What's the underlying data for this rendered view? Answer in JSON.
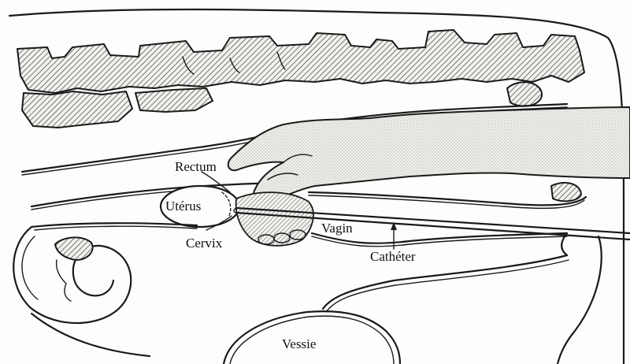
{
  "labels": {
    "rectum": "Rectum",
    "uterus": "Utérus",
    "cervix": "Cervix",
    "vagin": "Vagin",
    "catheter": "Cathéter",
    "vessie": "Vessie"
  },
  "colors": {
    "ink": "#1a1a1a",
    "paper": "#fdfdfb",
    "hatch": "#555555"
  }
}
